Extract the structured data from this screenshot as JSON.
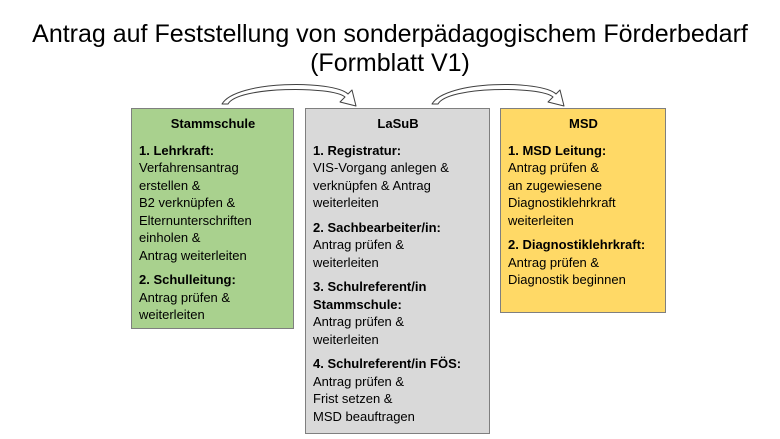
{
  "title": {
    "line1": "Antrag auf Feststellung von sonderpädagogischem Förderbedarf",
    "line2": "(Formblatt V1)"
  },
  "boxes": {
    "stammschule": {
      "heading": "Stammschule",
      "color": "#a9d18e",
      "sections": [
        {
          "title": "1. Lehrkraft:",
          "lines": [
            "Verfahrensantrag",
            "erstellen &",
            "B2 verknüpfen &",
            "Elternunterschriften",
            "einholen &",
            "Antrag weiterleiten"
          ]
        },
        {
          "title": "2. Schulleitung:",
          "lines": [
            "Antrag prüfen &",
            "weiterleiten"
          ]
        }
      ]
    },
    "lasub": {
      "heading": "LaSuB",
      "color": "#d9d9d9",
      "sections": [
        {
          "title": "1. Registratur:",
          "lines": [
            "VIS-Vorgang anlegen &",
            "verknüpfen & Antrag",
            "weiterleiten"
          ]
        },
        {
          "title": "2. Sachbearbeiter/in:",
          "lines": [
            "Antrag prüfen &",
            "weiterleiten"
          ]
        },
        {
          "title_lines": [
            "3. Schulreferent/in",
            "Stammschule:"
          ],
          "lines": [
            "Antrag prüfen &",
            "weiterleiten"
          ]
        },
        {
          "title": "4. Schulreferent/in FÖS:",
          "lines": [
            "Antrag prüfen &",
            "Frist setzen &",
            "MSD beauftragen"
          ]
        }
      ]
    },
    "msd": {
      "heading": "MSD",
      "color": "#ffd966",
      "sections": [
        {
          "title": "1. MSD Leitung:",
          "lines": [
            "Antrag prüfen &",
            "an zugewiesene",
            "Diagnostiklehrkraft",
            "weiterleiten"
          ]
        },
        {
          "title": "2. Diagnostiklehrkraft:",
          "lines": [
            "Antrag prüfen &",
            "Diagnostik beginnen"
          ]
        }
      ]
    }
  }
}
